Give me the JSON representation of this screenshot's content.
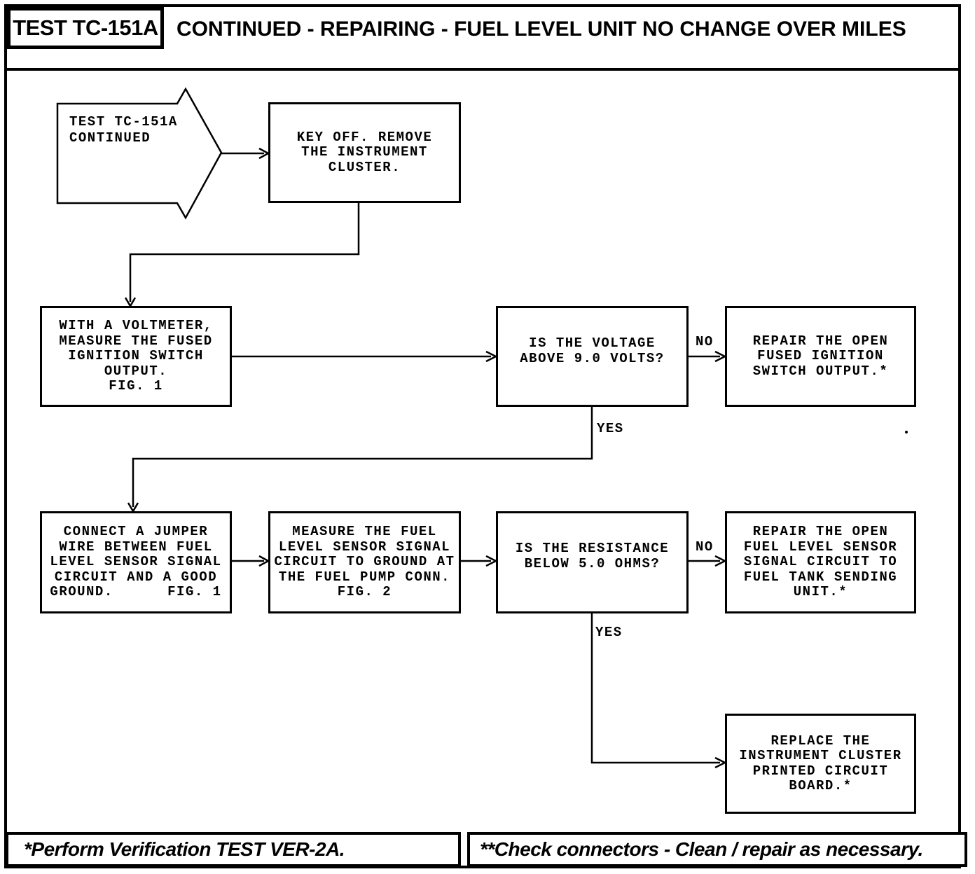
{
  "header": {
    "test_id": "TEST TC-151A",
    "title": "CONTINUED - REPAIRING - FUEL LEVEL UNIT NO CHANGE OVER MILES"
  },
  "flowchart": {
    "start": "TEST TC-151A\nCONTINUED",
    "key_off": "KEY OFF. REMOVE\nTHE INSTRUMENT\nCLUSTER.",
    "measure_voltage": "WITH A VOLTMETER,\nMEASURE THE FUSED\nIGNITION SWITCH\nOUTPUT.\nFIG. 1",
    "q_voltage": "IS THE VOLTAGE\nABOVE 9.0 VOLTS?",
    "repair_ignition": "REPAIR THE OPEN\nFUSED IGNITION\nSWITCH OUTPUT.*",
    "jumper": "CONNECT A JUMPER\nWIRE BETWEEN FUEL\nLEVEL SENSOR SIGNAL\nCIRCUIT AND A GOOD\nGROUND.      FIG. 1",
    "measure_resistance": "MEASURE THE FUEL\nLEVEL SENSOR SIGNAL\nCIRCUIT TO GROUND AT\nTHE FUEL PUMP CONN.\nFIG. 2",
    "q_resistance": "IS THE RESISTANCE\nBELOW 5.0 OHMS?",
    "repair_sensor": "REPAIR THE OPEN\nFUEL LEVEL SENSOR\nSIGNAL CIRCUIT TO\nFUEL TANK SENDING\nUNIT.*",
    "replace_cluster": "REPLACE THE\nINSTRUMENT CLUSTER\nPRINTED CIRCUIT\nBOARD.*",
    "labels": {
      "no_voltage": "NO",
      "yes_voltage": "YES",
      "no_resistance": "NO",
      "yes_resistance": "YES"
    }
  },
  "footer": {
    "left_note": "*Perform Verification TEST VER-2A.",
    "right_note": "**Check connectors - Clean / repair as necessary."
  }
}
